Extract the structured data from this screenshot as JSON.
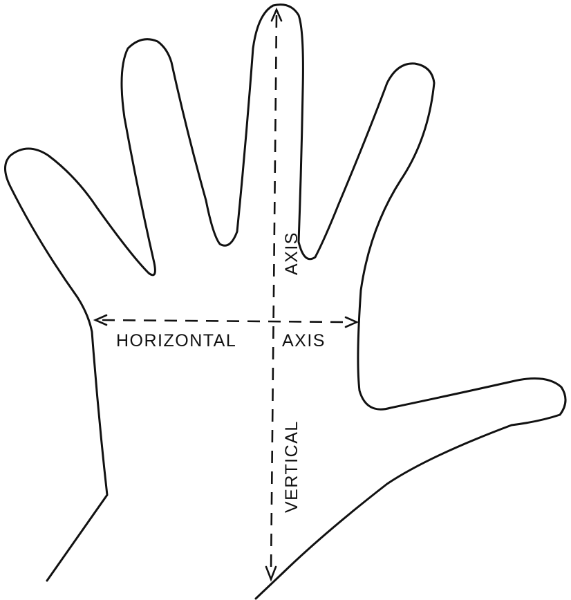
{
  "labels": {
    "horizontal_left": "HORIZONTAL",
    "horizontal_right": "AXIS",
    "vertical_upper": "AXIS",
    "vertical_lower": "VERTICAL"
  },
  "colors": {
    "ink": "#111111",
    "background": "#ffffff"
  }
}
